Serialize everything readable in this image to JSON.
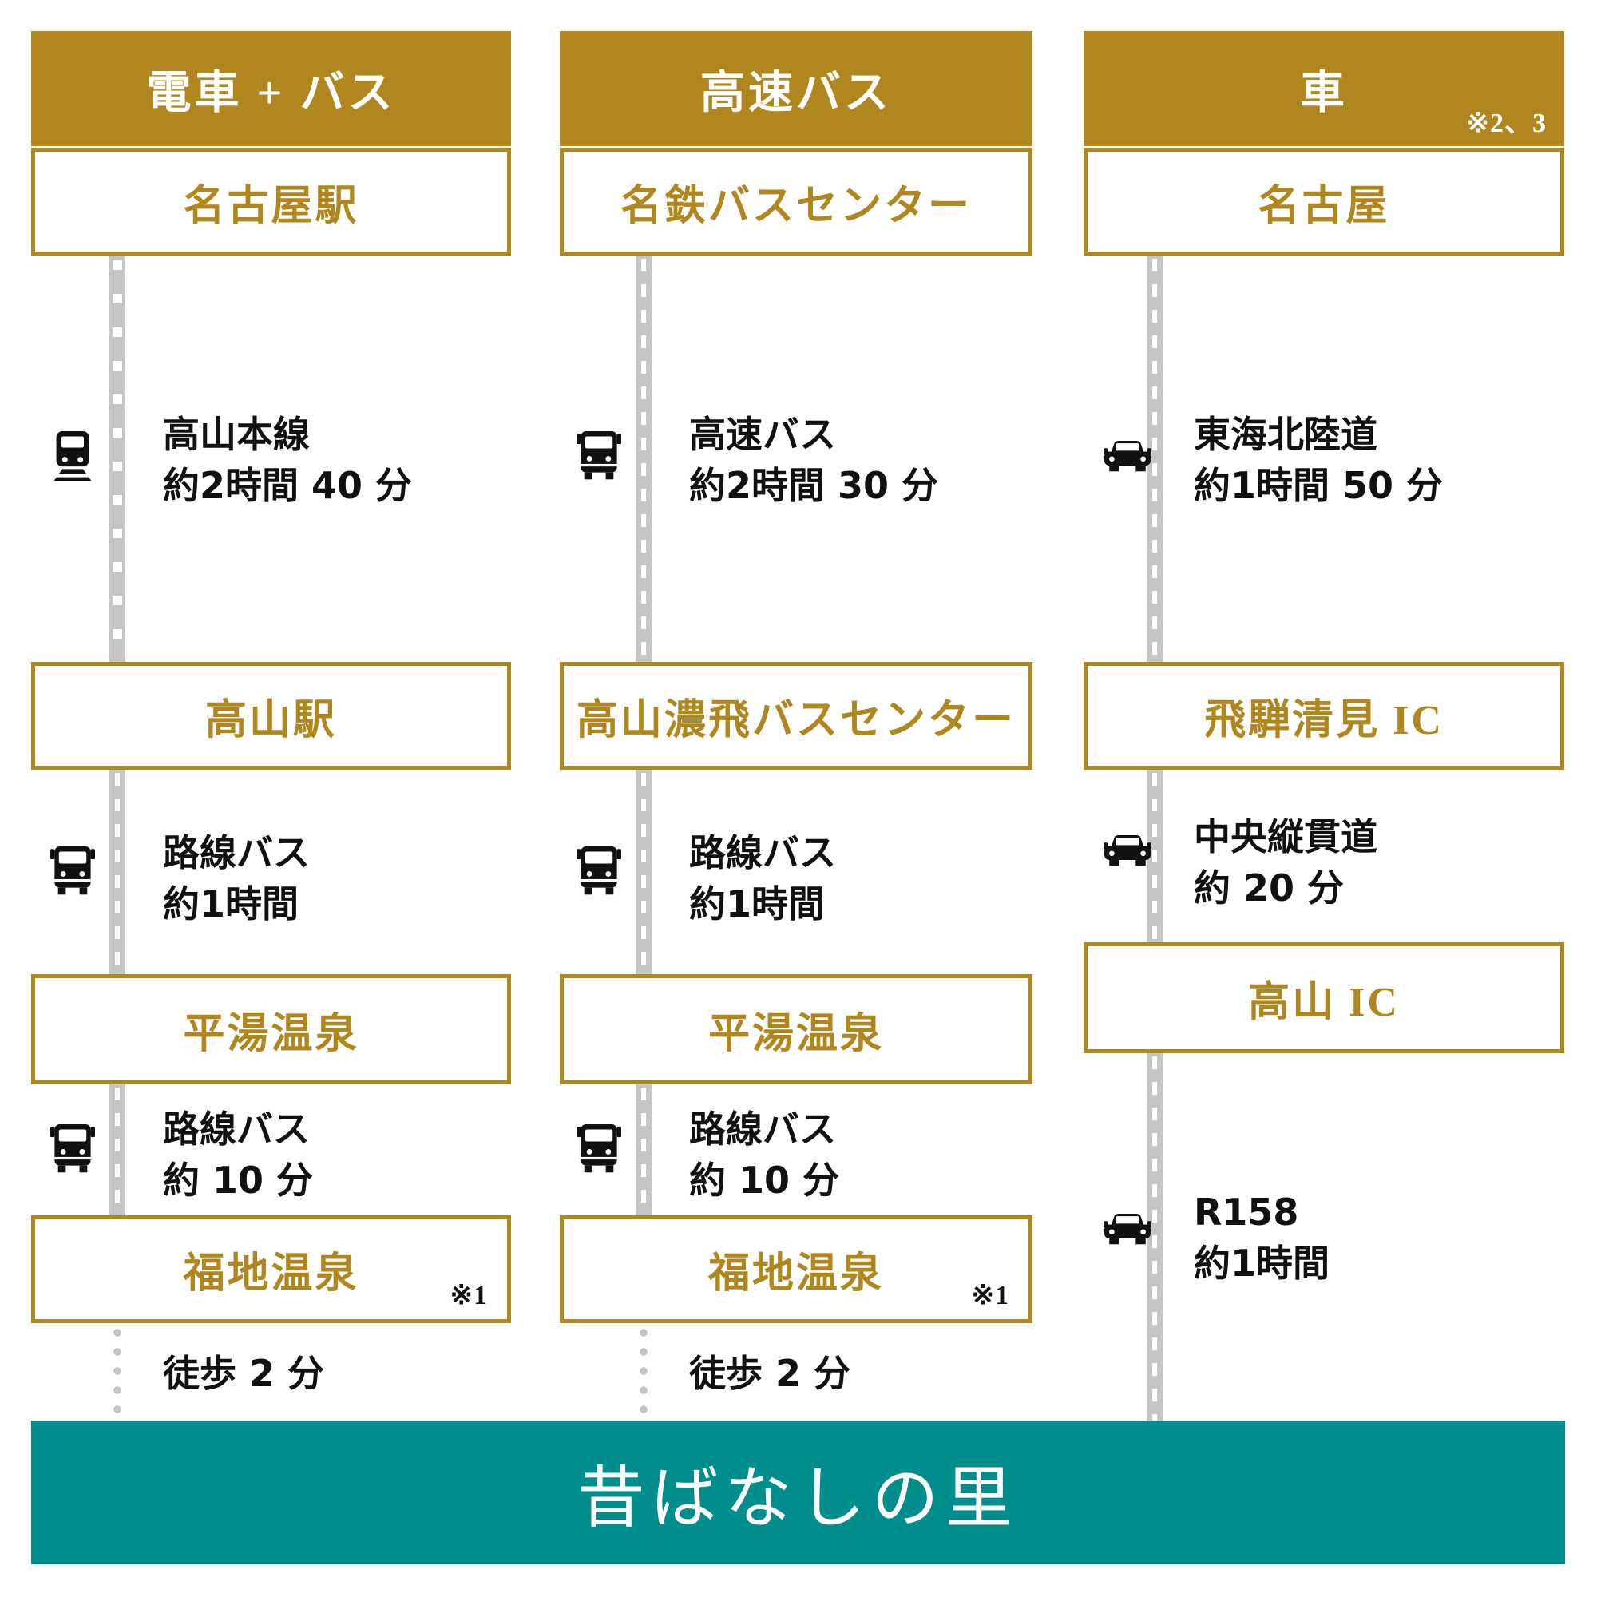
{
  "colors": {
    "gold": "#B0871E",
    "teal": "#008E8C",
    "line_gray": "#C6C6C6",
    "text_black": "#111111",
    "white": "#FFFFFF"
  },
  "destination_banner": {
    "label": "昔ばなしの里"
  },
  "columns": [
    {
      "header": {
        "label": "電車 + バス",
        "note": ""
      },
      "stops": [
        {
          "label": "名古屋駅",
          "note": ""
        },
        {
          "label": "高山駅",
          "note": ""
        },
        {
          "label": "平湯温泉",
          "note": ""
        },
        {
          "label": "福地温泉",
          "note": "※1"
        }
      ],
      "segments": [
        {
          "mode": "train",
          "icon": "train-front-icon",
          "line1": "高山本線",
          "line2": "約2時間 40 分"
        },
        {
          "mode": "bus",
          "icon": "bus-front-icon",
          "line1": "路線バス",
          "line2": "約1時間"
        },
        {
          "mode": "bus",
          "icon": "bus-front-icon",
          "line1": "路線バス",
          "line2": "約 10 分"
        },
        {
          "mode": "walk",
          "icon": "",
          "line1": "徒歩 2 分",
          "line2": ""
        }
      ]
    },
    {
      "header": {
        "label": "高速バス",
        "note": ""
      },
      "stops": [
        {
          "label": "名鉄バスセンター",
          "note": ""
        },
        {
          "label": "高山濃飛バスセンター",
          "note": ""
        },
        {
          "label": "平湯温泉",
          "note": ""
        },
        {
          "label": "福地温泉",
          "note": "※1"
        }
      ],
      "segments": [
        {
          "mode": "bus",
          "icon": "bus-front-icon",
          "line1": "高速バス",
          "line2": "約2時間 30 分"
        },
        {
          "mode": "bus",
          "icon": "bus-front-icon",
          "line1": "路線バス",
          "line2": "約1時間"
        },
        {
          "mode": "bus",
          "icon": "bus-front-icon",
          "line1": "路線バス",
          "line2": "約 10 分"
        },
        {
          "mode": "walk",
          "icon": "",
          "line1": "徒歩 2 分",
          "line2": ""
        }
      ]
    },
    {
      "header": {
        "label": "車",
        "note": "※2、3"
      },
      "stops": [
        {
          "label": "名古屋",
          "note": ""
        },
        {
          "label": "飛騨清見 IC",
          "note": ""
        },
        {
          "label": "高山 IC",
          "note": ""
        }
      ],
      "segments": [
        {
          "mode": "car",
          "icon": "car-front-icon",
          "line1": "東海北陸道",
          "line2": "約1時間 50 分"
        },
        {
          "mode": "car",
          "icon": "car-front-icon",
          "line1": "中央縦貫道",
          "line2": "約 20 分"
        },
        {
          "mode": "car",
          "icon": "car-front-icon",
          "line1": "R158",
          "line2": "約1時間"
        }
      ]
    }
  ]
}
